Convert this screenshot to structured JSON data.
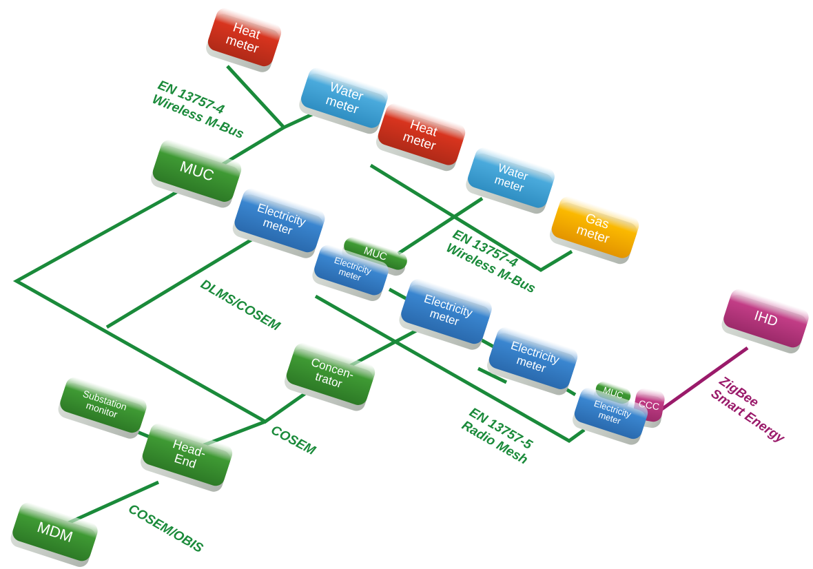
{
  "nodes": {
    "heat_meter_1": [
      "Heat",
      "meter"
    ],
    "water_meter_1": [
      "Water",
      "meter"
    ],
    "heat_meter_2": [
      "Heat",
      "meter"
    ],
    "water_meter_2": [
      "Water",
      "meter"
    ],
    "gas_meter": [
      "Gas",
      "meter"
    ],
    "muc_1": [
      "MUC"
    ],
    "electricity_meter_1": [
      "Electricity",
      "meter"
    ],
    "muc_module_1": [
      "MUC"
    ],
    "electricity_meter_muc": [
      "Electricity",
      "meter"
    ],
    "electricity_meter_2": [
      "Electricity",
      "meter"
    ],
    "electricity_meter_3": [
      "Electricity",
      "meter"
    ],
    "muc_module_2": [
      "MUC"
    ],
    "ccc_module": [
      "CCC"
    ],
    "electricity_meter_ccc": [
      "Electricity",
      "meter"
    ],
    "ihd": [
      "IHD"
    ],
    "concentrator": [
      "Concen-",
      "trator"
    ],
    "substation_monitor": [
      "Substation",
      "monitor"
    ],
    "head_end": [
      "Head-",
      "End"
    ],
    "mdm": [
      "MDM"
    ]
  },
  "labels": {
    "wmbus_1": [
      "EN 13757-4",
      "Wireless M-Bus"
    ],
    "wmbus_2": [
      "EN 13757-4",
      "Wireless M-Bus"
    ],
    "dlms": [
      "DLMS/COSEM"
    ],
    "radio_mesh": [
      "EN 13757-5",
      "Radio Mesh"
    ],
    "zigbee": [
      "ZigBee",
      "Smart Energy"
    ],
    "cosem": [
      "COSEM"
    ],
    "cosem_obis": [
      "COSEM/OBIS"
    ]
  },
  "colors": {
    "line_green": "#1a8a3a",
    "line_purple": "#9a1a6a",
    "label_green": "#1a8a3a",
    "label_purple": "#9a1a6a",
    "red_top": "#d8341e",
    "red_side": "#b02a18",
    "blue_top": "#3a86d0",
    "blue_side": "#2a6aae",
    "lightblue_top": "#4aaadc",
    "lightblue_side": "#2f8ec2",
    "green_top": "#3f9a34",
    "green_side": "#2d7a26",
    "yellow_top": "#fbb900",
    "yellow_side": "#e39400",
    "magenta_top": "#c23d86",
    "magenta_side": "#9c2a6a",
    "base_light": "#d7dcd6",
    "base_mid": "#aeb4ad"
  }
}
